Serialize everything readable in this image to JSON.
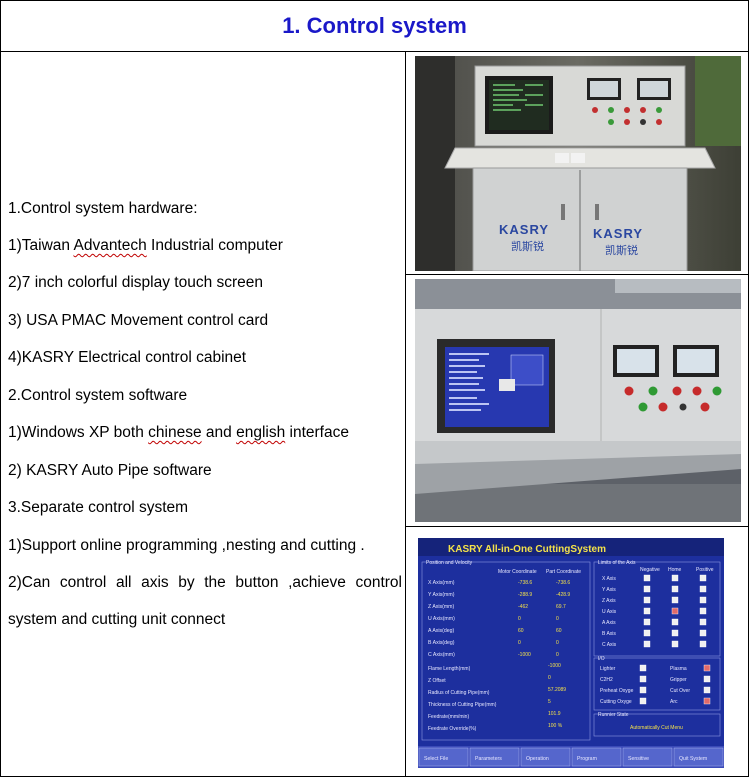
{
  "title": "1. Control system",
  "lines": [
    {
      "text": "1.Control system hardware:"
    },
    {
      "pre": "1)Taiwan ",
      "mark": "Advantech",
      "post": " Industrial computer"
    },
    {
      "text": "2)7 inch colorful display touch screen"
    },
    {
      "text": "3) USA PMAC Movement control card"
    },
    {
      "text": "4)KASRY Electrical control cabinet"
    },
    {
      "text": "2.Control system software"
    },
    {
      "pre": "1)Windows XP both ",
      "mark": "chinese",
      "mid": " and ",
      "mark2": "english",
      "post": " interface"
    },
    {
      "text": "2) KASRY Auto Pipe software"
    },
    {
      "text": "3.Separate control system"
    },
    {
      "text": "1)Support online programming ,nesting and cutting ."
    },
    {
      "text": "2)Can control all axis by the button ,achieve control"
    },
    {
      "text": "system and cutting unit connect"
    }
  ],
  "photo1": {
    "brand_left": "KASRY",
    "brand_left_cn": "凯斯锐",
    "brand_right": "KASRY",
    "brand_right_cn": "凯斯锐"
  },
  "photo3": {
    "app_title": "KASRY All-in-One CuttingSystem",
    "group_position": "Position and Velocity",
    "col_motor": "Motor Coordinate",
    "col_part": "Part Coordinate",
    "rows": [
      {
        "label": "X Axis(mm)",
        "motor": "-738.6",
        "part": "-738.6"
      },
      {
        "label": "Y Axis(mm)",
        "motor": "-288.9",
        "part": "-428.9"
      },
      {
        "label": "Z Axis(mm)",
        "motor": "-462",
        "part": "69.7"
      },
      {
        "label": "U Axis(mm)",
        "motor": "0",
        "part": "0"
      },
      {
        "label": "A Axis(deg)",
        "motor": "60",
        "part": "60"
      },
      {
        "label": "B Axis(deg)",
        "motor": "0",
        "part": "0"
      },
      {
        "label": "C Axis(mm)",
        "motor": "-1000",
        "part": "0"
      }
    ],
    "extra_rows": [
      {
        "label": "Flame Length(mm)",
        "value": "-1000"
      },
      {
        "label": "Z Offset",
        "value": "0"
      },
      {
        "label": "Radius of Cutting Pipe(mm)",
        "value": "57.2089"
      },
      {
        "label": "Thickness of Cutting Pipe(mm)",
        "value": "5"
      },
      {
        "label": "Feedrate(mm/min)",
        "value": "101.9"
      },
      {
        "label": "Feedrate Override(%)",
        "value": "100 %"
      }
    ],
    "group_limits": "Limits of the Axis",
    "limit_cols": [
      "Negative",
      "Home",
      "Positive"
    ],
    "limit_rows": [
      "X Axis",
      "Y Axis",
      "Z Axis",
      "U Axis",
      "A Axis",
      "B Axis",
      "C Axis"
    ],
    "group_io": "I/O",
    "io_items": [
      [
        "Lighter",
        "Plasma"
      ],
      [
        "C2H2",
        "Gripper"
      ],
      [
        "Preheat Oxyge",
        "Cut Over"
      ],
      [
        "Cutting Oxyge",
        "Arc"
      ]
    ],
    "group_runstate": "Runnier State",
    "run_state": "Automatically Cut Menu",
    "tabs": [
      "Select File",
      "Parameters",
      "Operation",
      "Program",
      "Sensitive",
      "Quit System"
    ]
  },
  "colors": {
    "title": "#1a18c8",
    "screen_blue": "#1c2f9c",
    "screen_text": "#e8e8ff",
    "screen_value": "#f4e24a"
  }
}
